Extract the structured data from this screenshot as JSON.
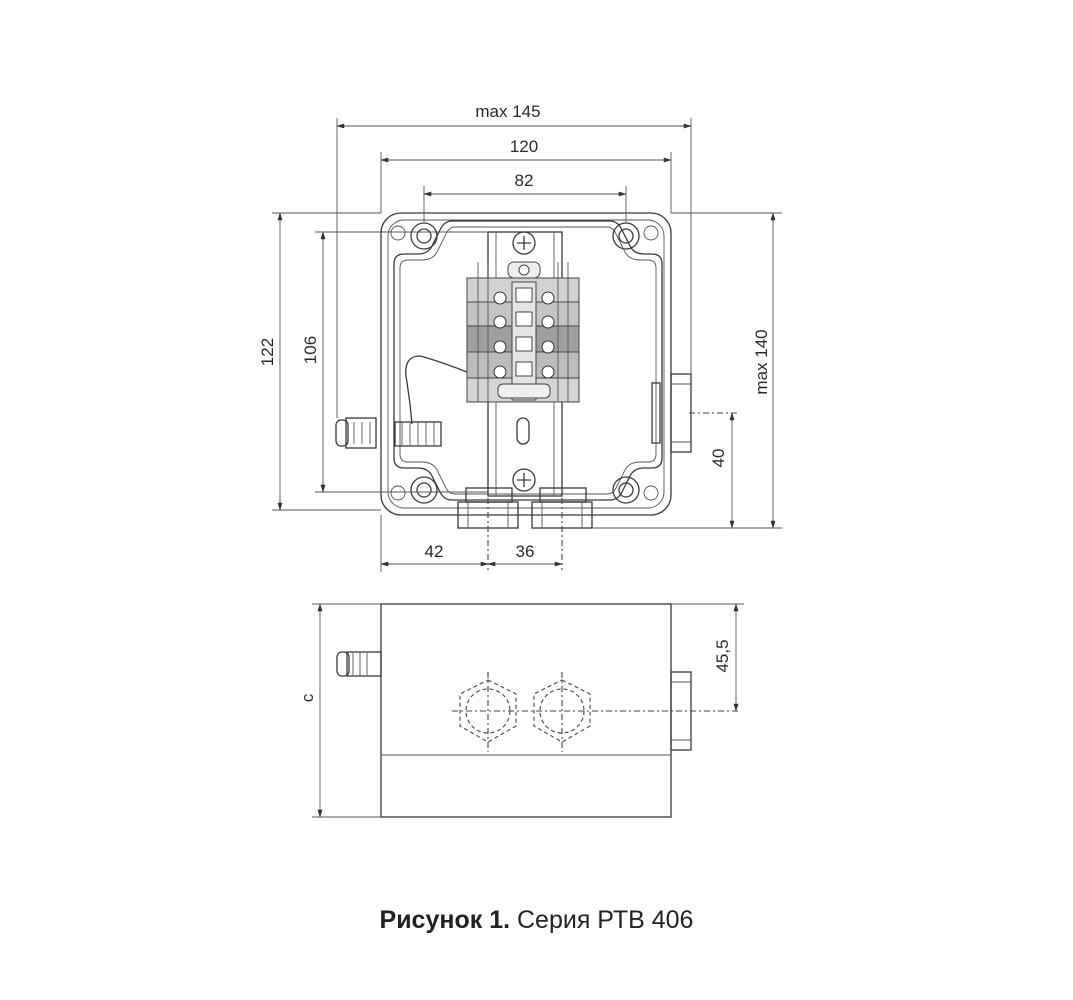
{
  "dimensions": {
    "max_width": "max 145",
    "width": "120",
    "mount_spacing": "82",
    "height_outer": "122",
    "height_inner": "106",
    "max_height": "max 140",
    "cable_entry_height": "40",
    "gland_offset_left": "42",
    "gland_spacing": "36",
    "side_gland_height": "45,5",
    "depth": "c"
  },
  "caption": {
    "label": "Рисунок 1.",
    "text": " Серия РТВ 406"
  }
}
